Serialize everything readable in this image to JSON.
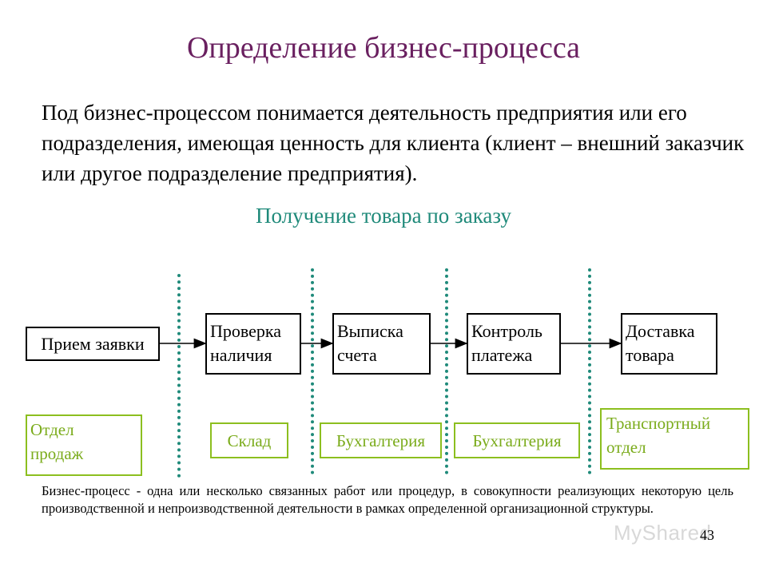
{
  "title": "Определение бизнес-процесса",
  "definition": "Под бизнес-процессом понимается деятельность предприятия или его подразделения, имеющая ценность для клиента (клиент – внешний заказчик или другое подразделение предприятия).",
  "subtitle": "Получение товара по заказу",
  "steps": [
    {
      "line1": "Прием заявки",
      "line2": ""
    },
    {
      "line1": "Проверка",
      "line2": "наличия"
    },
    {
      "line1": "Выписка",
      "line2": "счета"
    },
    {
      "line1": "Контроль",
      "line2": "платежа"
    },
    {
      "line1": "Доставка",
      "line2": "товара"
    }
  ],
  "departments": [
    {
      "line1": "Отдел",
      "line2": "продаж"
    },
    {
      "line1": "Склад",
      "line2": ""
    },
    {
      "line1": "Бухгалтерия",
      "line2": ""
    },
    {
      "line1": "Бухгалтерия",
      "line2": ""
    },
    {
      "line1": "Транспортный",
      "line2": "отдел"
    }
  ],
  "footer": "Бизнес-процесс - одна или несколько связанных работ или процедур, в совокупности реализующих некоторую цель производственной и непроизводственной деятельности в рамках определенной организационной структуры.",
  "page_number": "43",
  "watermark": "MyShared",
  "colors": {
    "title": "#6a2060",
    "subtitle": "#1f8a7a",
    "divider": "#1f8a7a",
    "department_border": "#8cbf1f",
    "department_text": "#7aab1a"
  }
}
